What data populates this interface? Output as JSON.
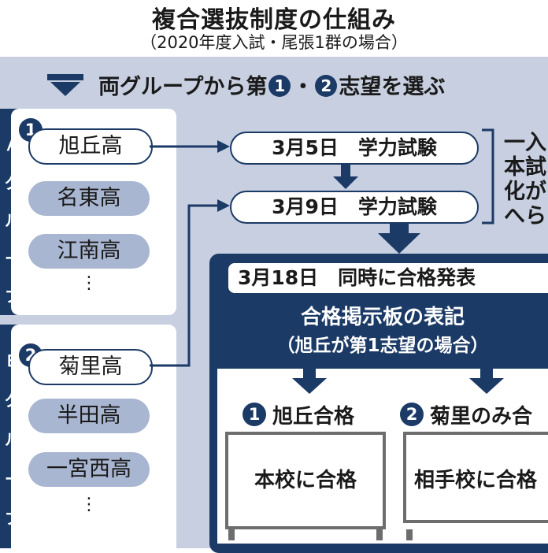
{
  "title": "複合選抜制度の仕組み",
  "subtitle": "（2020年度入試・尾張1群の場合）",
  "instruction": {
    "text_before": "両グループから第",
    "choice_1": "1",
    "separator": "・",
    "choice_2": "2",
    "text_after": "志望を選ぶ"
  },
  "groups": [
    {
      "number": "1",
      "side_chars": [
        "Ａ",
        "グ",
        "ル",
        "ー",
        "プ"
      ],
      "selected_school": "旭丘高",
      "schools": [
        "名東高",
        "江南高"
      ],
      "more": "⋮"
    },
    {
      "number": "2",
      "side_chars": [
        "Ｂ",
        "グ",
        "ル",
        "ー",
        "プ"
      ],
      "selected_school": "菊里高",
      "schools": [
        "半田高",
        "一宮西高"
      ],
      "more": "⋮"
    }
  ],
  "exams": [
    {
      "label": "3月5日　学力試験"
    },
    {
      "label": "3月9日　学力試験"
    }
  ],
  "side_note_lines": [
    "一入",
    "本試",
    "化が",
    "へら"
  ],
  "announcement": "3月18日　同時に合格発表",
  "board": {
    "title": "合格掲示板の表記",
    "subtitle": "（旭丘が第1志望の場合）",
    "results": [
      {
        "number": "1",
        "label": "旭丘合格",
        "sign": "本校に合格"
      },
      {
        "number": "2",
        "label": "菊里のみ合",
        "sign": "相手校に合格"
      }
    ]
  },
  "colors": {
    "navy": "#1b3a66",
    "panel": "#c7cfe0",
    "pill": "#a9b6d1",
    "board_frame": "#6d6d6d"
  }
}
